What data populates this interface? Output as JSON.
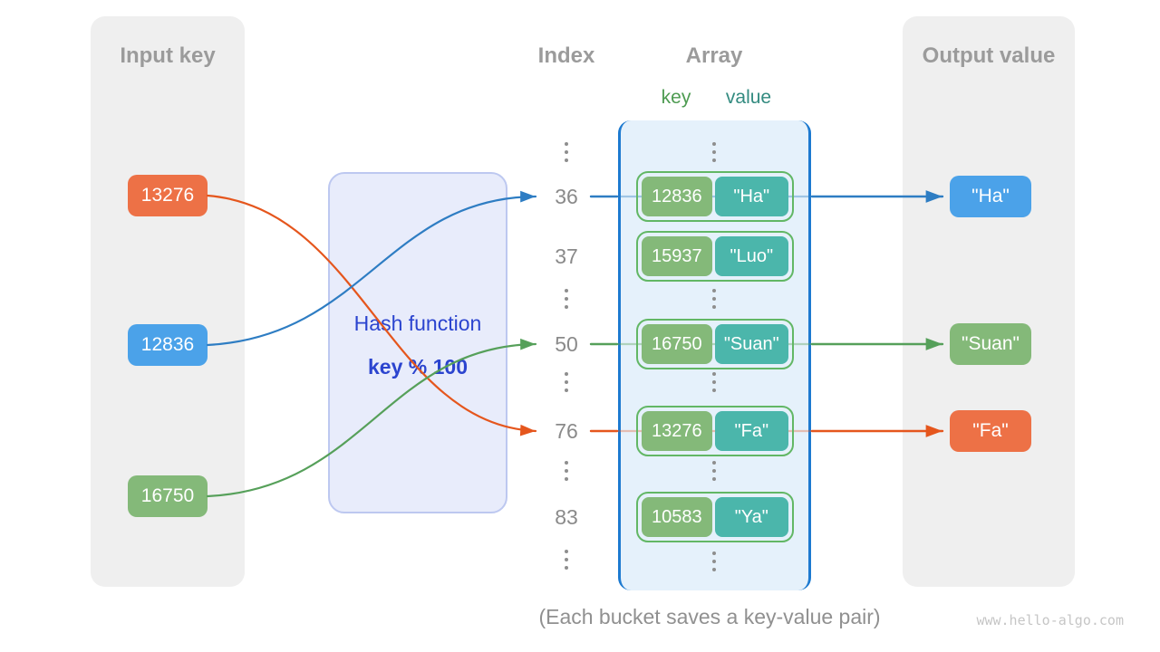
{
  "colors": {
    "panel_bg": "#efefef",
    "heading_text": "#9b9b9b",
    "orange": "#ed7146",
    "blue": "#4ba2e9",
    "green": "#84b979",
    "teal": "#4bb6ab",
    "pair_border": "#62b765",
    "array_bg": "#e5f1fb",
    "array_border": "#1d7ad0",
    "hash_bg": "#e8ecfb",
    "hash_border": "#bdc8f0",
    "hash_text": "#2b44cf",
    "line_blue": "#2e7dc3",
    "line_green": "#56a05a",
    "line_orange": "#e5561d",
    "index_text": "#8a8a8a",
    "key_label": "#4d9b51",
    "value_label": "#338b80",
    "caption_text": "#909090",
    "watermark_text": "#c6c6c6"
  },
  "panels": {
    "input": {
      "title": "Input key"
    },
    "output": {
      "title": "Output value"
    }
  },
  "headers": {
    "index": "Index",
    "array": "Array",
    "key": "key",
    "value": "value"
  },
  "hash_function": {
    "name": "Hash function",
    "formula": "key % 100"
  },
  "input_keys": [
    "13276",
    "12836",
    "16750"
  ],
  "index_labels": [
    "36",
    "37",
    "50",
    "76",
    "83"
  ],
  "buckets": [
    {
      "index": "36",
      "key": "12836",
      "value": "\"Ha\""
    },
    {
      "index": "37",
      "key": "15937",
      "value": "\"Luo\""
    },
    {
      "index": "50",
      "key": "16750",
      "value": "\"Suan\""
    },
    {
      "index": "76",
      "key": "13276",
      "value": "\"Fa\""
    },
    {
      "index": "83",
      "key": "10583",
      "value": "\"Ya\""
    }
  ],
  "output_values": [
    "\"Ha\"",
    "\"Suan\"",
    "\"Fa\""
  ],
  "caption": "(Each bucket saves a key-value pair)",
  "watermark": "www.hello-algo.com"
}
